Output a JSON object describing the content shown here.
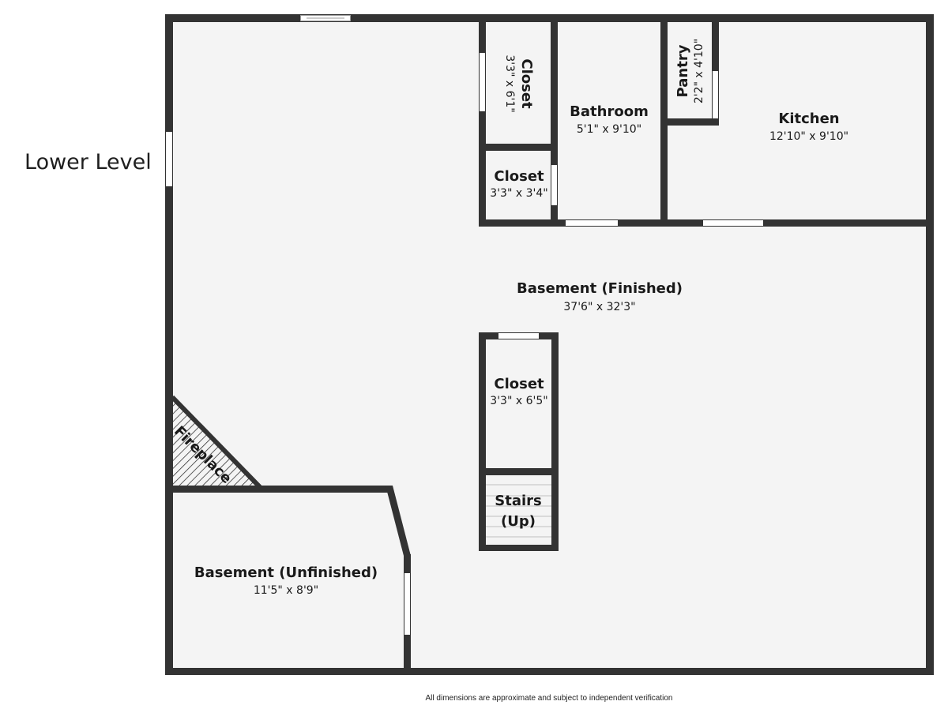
{
  "level_title": "Lower Level",
  "footnote": "All dimensions are approximate and subject to independent verification",
  "rooms": {
    "basement_finished": {
      "name": "Basement (Finished)",
      "dimensions": "37'6\" x 32'3\""
    },
    "basement_unfinished": {
      "name": "Basement (Unfinished)",
      "dimensions": "11'5\" x 8'9\""
    },
    "closet_top": {
      "name": "Closet",
      "dimensions": "3'3\" x 6'1\""
    },
    "closet_middle": {
      "name": "Closet",
      "dimensions": "3'3\" x 3'4\""
    },
    "closet_center": {
      "name": "Closet",
      "dimensions": "3'3\" x 6'5\""
    },
    "bathroom": {
      "name": "Bathroom",
      "dimensions": "5'1\" x 9'10\""
    },
    "pantry": {
      "name": "Pantry",
      "dimensions": "2'2\" x 4'10\""
    },
    "kitchen": {
      "name": "Kitchen",
      "dimensions": "12'10\" x 9'10\""
    },
    "stairs": {
      "line1": "Stairs",
      "line2": "(Up)"
    },
    "fireplace": {
      "name": "Fireplace"
    }
  },
  "colors": {
    "wall": "#333333",
    "floor": "#f4f4f4",
    "opening": "#ffffff",
    "hatch": "#2b2b2b"
  }
}
